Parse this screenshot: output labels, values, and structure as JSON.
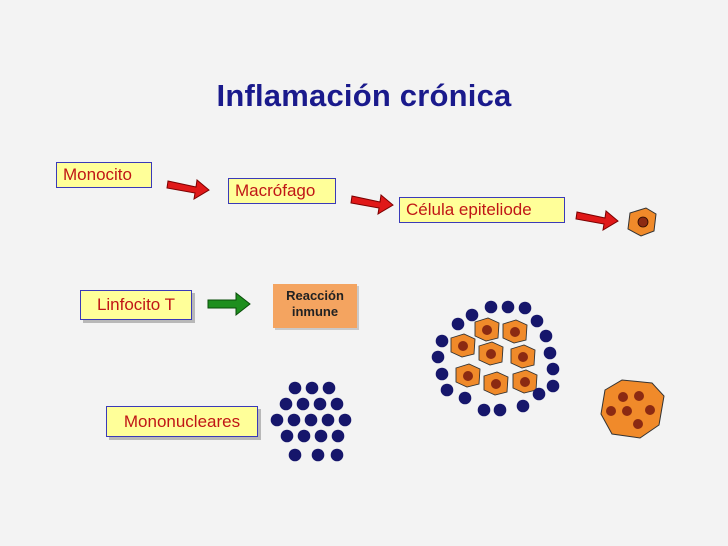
{
  "title": "Inflamación crónica",
  "labels": {
    "monocito": "Monocito",
    "macrofago": "Macrófago",
    "celula_epiteliode": "Célula epiteliode",
    "linfocito_t": "Linfocito T",
    "reaccion_line1": "Reacción",
    "reaccion_line2": "inmune",
    "mononucleares": "Mononucleares"
  },
  "colors": {
    "title": "#1a1a8c",
    "label_text": "#c01616",
    "label_fill": "#ffff99",
    "label_border": "#3a3ab8",
    "red_arrow": "#e01818",
    "green_arrow": "#1e8f1e",
    "cell_fill": "#f08a2a",
    "nucleus": "#8b2a12",
    "lymphocyte": "#16166b",
    "reaction_fill": "#f4a460"
  }
}
